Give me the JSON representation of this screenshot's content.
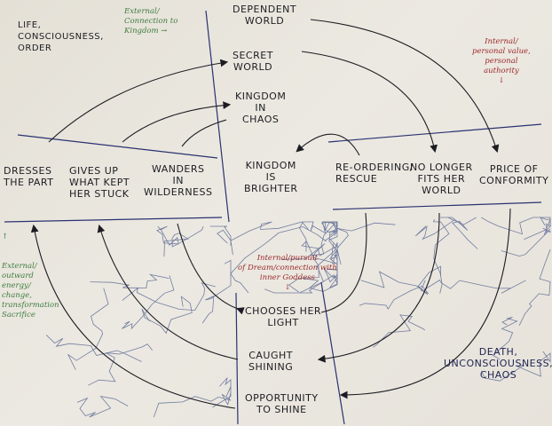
{
  "colors": {
    "ink": "#1c1c22",
    "green": "#3f7d3f",
    "red": "#9c2a2a",
    "blue": "#1e2450",
    "scribble": "#4a5a8a",
    "paper": "#e6e2da"
  },
  "top_left": {
    "life": "Life,\nConsciousness,\nOrder"
  },
  "notes": {
    "external_kingdom": "External/\nConnection to\nKingdom →",
    "internal_personal": "Internal/\npersonal value,\npersonal\nauthority\n↓",
    "internal_dream": "Internal/pursuit\nof Dream/connection with\ninner Goddess\n↓",
    "external_outward": "↑\n\n\nExternal/\noutward\nenergy/\nchange,\ntransformation\nSacrifice"
  },
  "stages": {
    "dependent_world": "Dependent\nWorld",
    "secret_world": "Secret\nWorld",
    "kingdom_in_chaos": "Kingdom\nIn\nChaos",
    "dresses_the_part": "Dresses\nthe part",
    "gives_up": "Gives up\nwhat kept\nher stuck",
    "wanders": "Wanders\nin\nwilderness",
    "kingdom_brighter": "Kingdom\nis\nbrighter",
    "reordering": "Re-ordering/\nRescue",
    "no_longer_fits": "No longer\nfits her\nworld",
    "price_conformity": "Price of\nconformity",
    "chooses_light": "Chooses her\nlight",
    "caught_shining": "Caught\nshining",
    "opportunity": "Opportunity\nto shine"
  },
  "bottom_right": {
    "death": "Death,\nunconsciousness,\nchaos"
  }
}
